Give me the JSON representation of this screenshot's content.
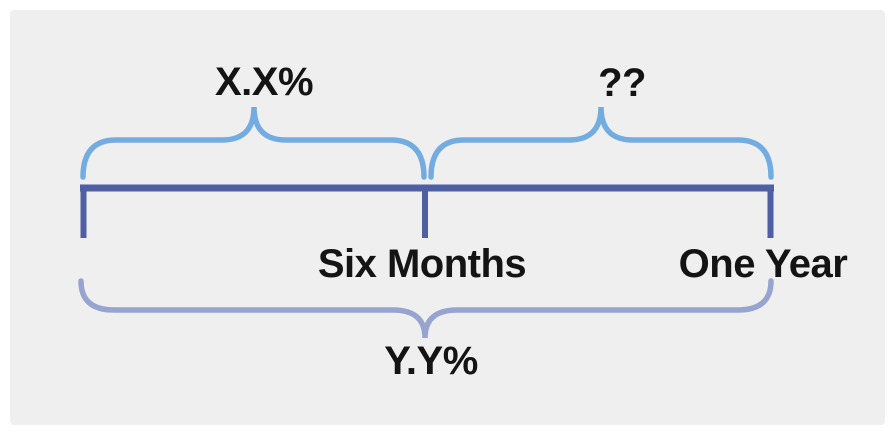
{
  "diagram": {
    "type": "timeline-with-brackets",
    "description_labels": {
      "first_period_rate": "X.X%",
      "second_period_rate": "??",
      "full_period_rate": "Y.Y%"
    },
    "timeline_tick_labels": {
      "midpoint": "Six Months",
      "endpoint": "One Year"
    }
  },
  "labels": {
    "first_period_rate": "X.X%",
    "second_period_rate": "??",
    "six_months": "Six Months",
    "one_year": "One Year",
    "full_period_rate": "Y.Y%"
  },
  "colors": {
    "page_background": "#ffffff",
    "panel_background": "#efefef",
    "top_brace": "#73ace0",
    "timeline": "#4e5fa4",
    "bottom_brace": "#98a4d0",
    "text": "#141414"
  }
}
